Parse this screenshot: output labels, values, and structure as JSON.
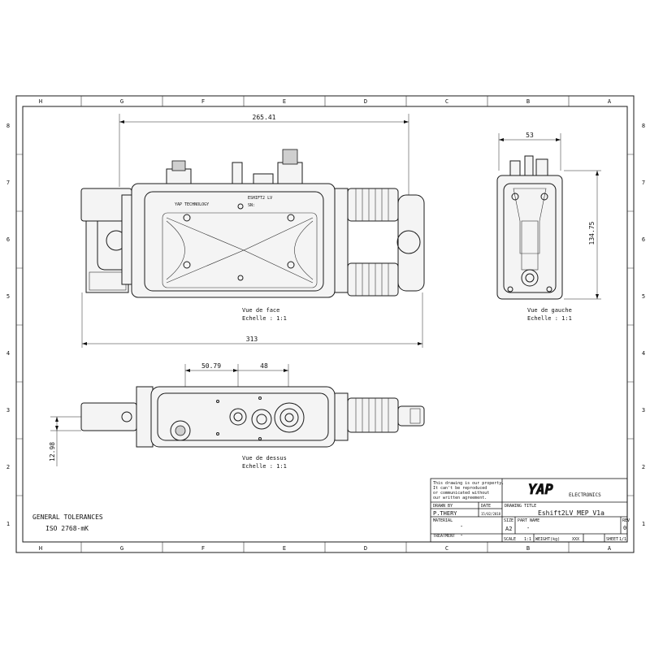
{
  "grid": {
    "columns": [
      "H",
      "G",
      "F",
      "E",
      "D",
      "C",
      "B",
      "A"
    ],
    "rows": [
      "8",
      "7",
      "6",
      "5",
      "4",
      "3",
      "2",
      "1"
    ]
  },
  "views": {
    "front": {
      "name": "Vue de face",
      "scale": "Echelle :  1:1"
    },
    "left": {
      "name": "Vue de gauche",
      "scale": "Echelle :  1:1"
    },
    "top": {
      "name": "Vue de dessus",
      "scale": "Echelle :  1:1"
    }
  },
  "dimensions": {
    "front_width": "265.41",
    "front_total": "313",
    "left_width": "53",
    "left_height": "134.75",
    "top_a": "50.79",
    "top_b": "48",
    "top_side": "12.98"
  },
  "labels": {
    "brand_part": "YAP TECHNOLOGY",
    "model_part": "ESHIFT2 LV",
    "sn": "SN:"
  },
  "tolerances": {
    "line1": "GENERAL TOLERANCES",
    "line2": "ISO 2768-mK"
  },
  "title_block": {
    "property_note": [
      "This drawing is our property.",
      "It can't be reproduced",
      "or communicated without",
      "our written agreement."
    ],
    "logo_text": "YAP",
    "logo_sub": "ELECTRONICS",
    "drawn_by_label": "DRAWN BY",
    "drawn_by": "P.THERY",
    "date_label": "DATE",
    "date": "15/02/2018",
    "drawing_title_label": "DRAWING TITLE",
    "drawing_title": "Eshift2LV_MEP_V1a",
    "material_label": "MATERIAL",
    "material": "-",
    "size_label": "SIZE",
    "size": "A2",
    "part_name_label": "PART NAME",
    "part_name": "-",
    "rev_label": "REV",
    "rev": "0",
    "treatment_label": "TREATMENT",
    "treatment": "-",
    "scale_label": "SCALE",
    "scale": "1:1",
    "weight_label": "WEIGHT(kg)",
    "weight": "XXX",
    "sheet_label": "SHEET",
    "sheet": "1/1"
  }
}
